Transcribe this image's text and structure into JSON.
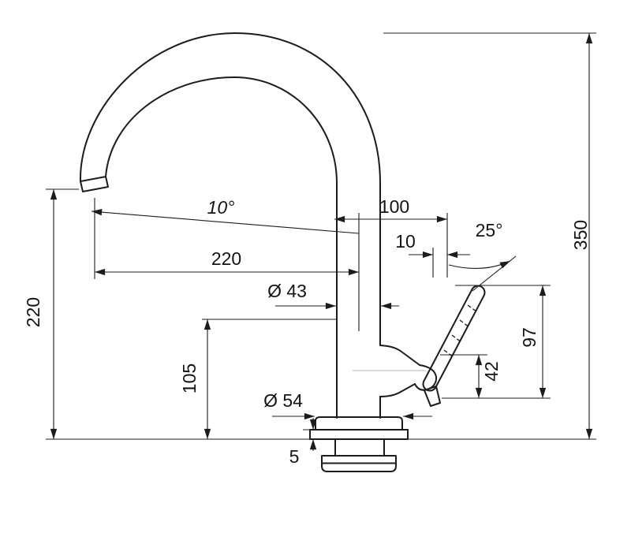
{
  "page": {
    "background": "#ffffff",
    "line_color": "#1c1c1c",
    "drawing_type": "faucet-dimension-drawing"
  },
  "dimensions": {
    "spout_angle": "10°",
    "reach_220": "220",
    "offset_100": "100",
    "handle_offset_10": "10",
    "handle_angle": "25°",
    "height_350": "350",
    "height_220": "220",
    "dia_43": "Ø 43",
    "body_105": "105",
    "handle_97": "97",
    "handle_42": "42",
    "dia_54": "Ø 54",
    "plate_5": "5"
  }
}
